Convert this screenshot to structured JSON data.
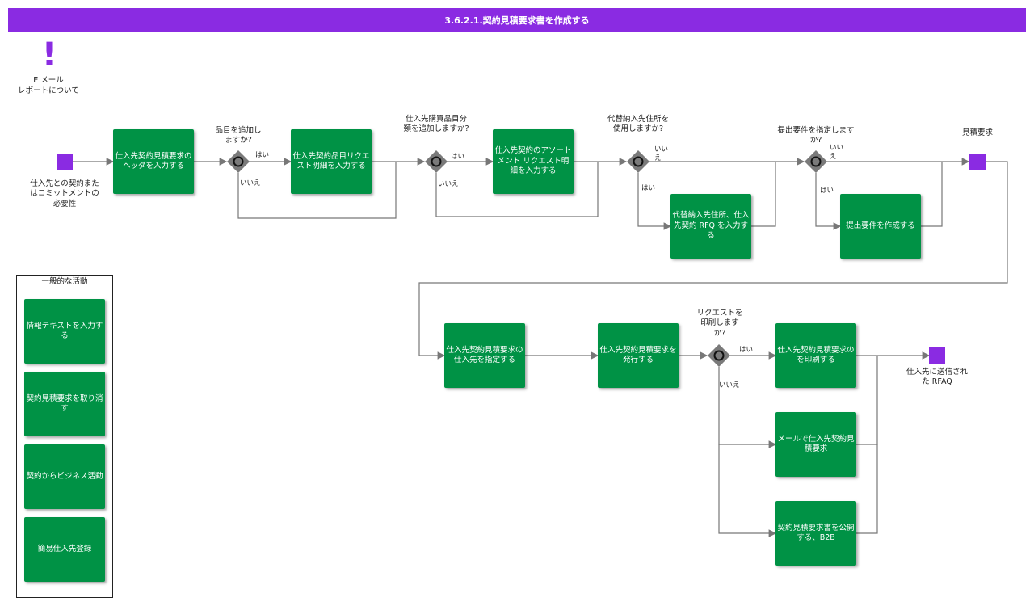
{
  "title": "3.6.2.1.契約見積要求書を作成する",
  "annotation": {
    "icon": "exclamation-icon",
    "lines": [
      "E メール",
      "レポートについて"
    ]
  },
  "events": {
    "start": "仕入先との契約またはコミットメントの必要性",
    "quote_request": "見積要求",
    "end": "仕入先に送信された RFAQ"
  },
  "tasks": {
    "header": "仕入先契約見積要求のヘッダを入力する",
    "item_lines": "仕入先契約品目リクエスト明細を入力する",
    "assortment": "仕入先契約のアソートメント リクエスト明細を入力する",
    "alt_address": "代替納入先住所、仕入先契約 RFQ を入力する",
    "submission": "提出要件を作成する",
    "specify_vendor": "仕入先契約見積要求の仕入先を指定する",
    "issue": "仕入先契約見積要求を発行する",
    "print": "仕入先契約見積要求のを印刷する",
    "email": "メールで仕入先契約見積要求",
    "publish": "契約見積要求書を公開する、B2B"
  },
  "gateways": {
    "add_item": "品目を追加しますか?",
    "add_category": "仕入先購買品目分類を追加しますか?",
    "use_alt_address": "代替納入先住所を使用しますか?",
    "submission_req": "提出要件を指定しますか?",
    "print_request": "リクエストを印刷しますか?"
  },
  "branch": {
    "yes": "はい",
    "no": "いいえ"
  },
  "legend": {
    "title": "一般的な活動",
    "items": [
      "情報テキストを入力する",
      "契約見積要求を取り消す",
      "契約からビジネス活動",
      "簡易仕入先登録"
    ]
  },
  "colors": {
    "purple": "#8a2be2",
    "green": "#009245",
    "line": "#777777"
  }
}
